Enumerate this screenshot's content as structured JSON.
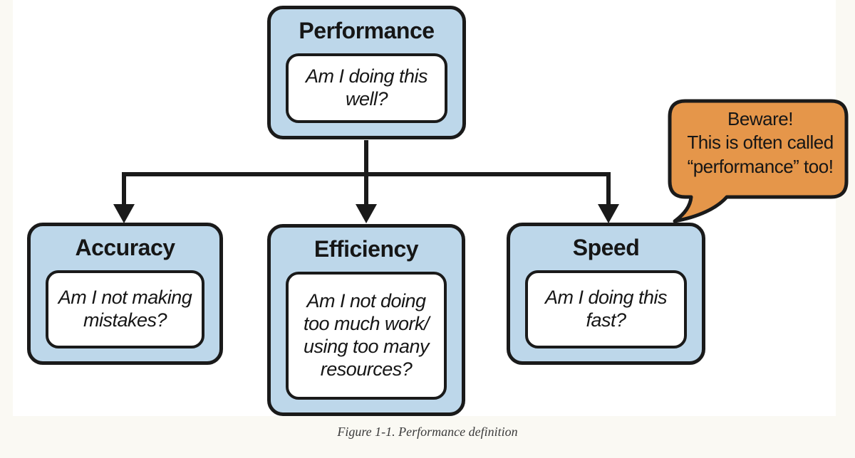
{
  "figure": {
    "caption": "Figure 1-1. Performance definition"
  },
  "nodes": {
    "performance": {
      "title": "Performance",
      "question": "Am I doing this\nwell?"
    },
    "accuracy": {
      "title": "Accuracy",
      "question": "Am I not making\nmistakes?"
    },
    "efficiency": {
      "title": "Efficiency",
      "question": "Am I not doing\ntoo much work/\nusing too many\nresources?"
    },
    "speed": {
      "title": "Speed",
      "question": "Am I doing this\nfast?"
    }
  },
  "edges": [
    {
      "from": "performance",
      "to": "accuracy"
    },
    {
      "from": "performance",
      "to": "efficiency"
    },
    {
      "from": "performance",
      "to": "speed"
    }
  ],
  "callout": {
    "text": "Beware!\nThis is often called\n“performance” too!",
    "points_to": "speed"
  },
  "colors": {
    "node_fill": "#BDD7EA",
    "callout_fill": "#E5964A",
    "outline": "#1A1A1A",
    "diagram_background": "#FFFFFF",
    "page_background": "#FAF9F3",
    "caption_text": "#3B3B3B"
  }
}
